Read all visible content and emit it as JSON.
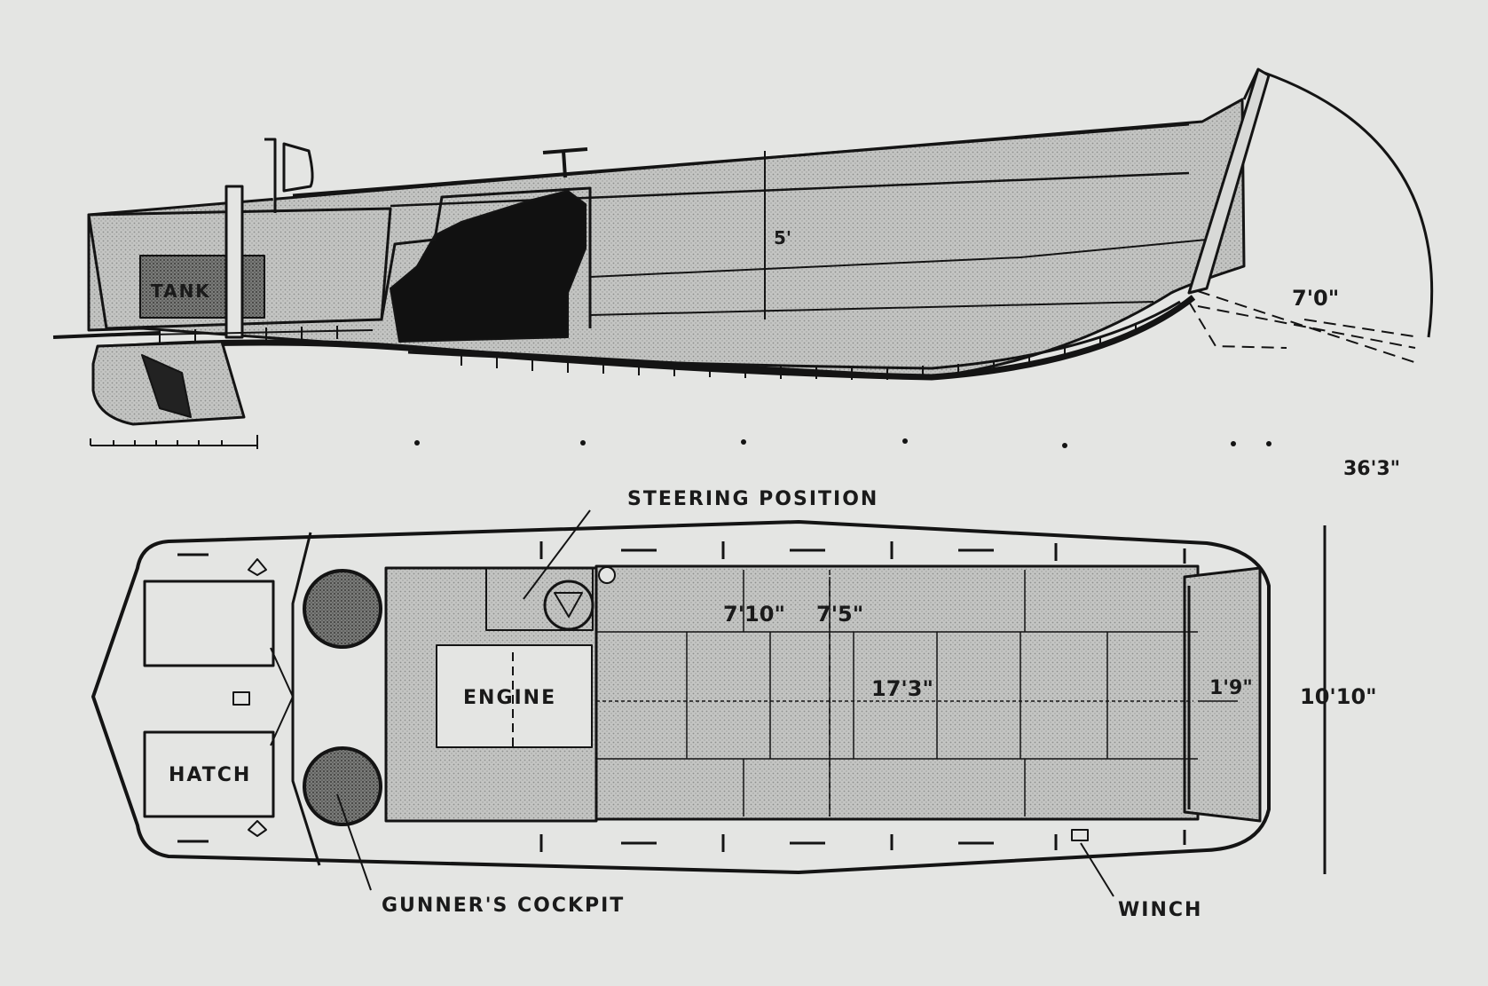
{
  "colors": {
    "background": "#e4e5e3",
    "ink": "#141414",
    "hull_fill": "#b9bab8",
    "dark_fill": "#6d6e6c"
  },
  "side_view": {
    "labels": {
      "tank": "TANK"
    },
    "dimensions": {
      "depth": "5'",
      "ramp": "7'0\"",
      "overall_length": "36'3\""
    }
  },
  "plan_view": {
    "labels": {
      "steering_position": "STEERING POSITION",
      "engine": "ENGINE",
      "hatch": "HATCH",
      "gunners_cockpit": "GUNNER'S COCKPIT",
      "winch": "WINCH"
    },
    "dimensions": {
      "well_width_aft": "7'10\"",
      "well_width_fwd": "7'5\"",
      "well_length": "17'3\"",
      "ramp_depth": "1'9\"",
      "beam": "10'10\""
    }
  }
}
